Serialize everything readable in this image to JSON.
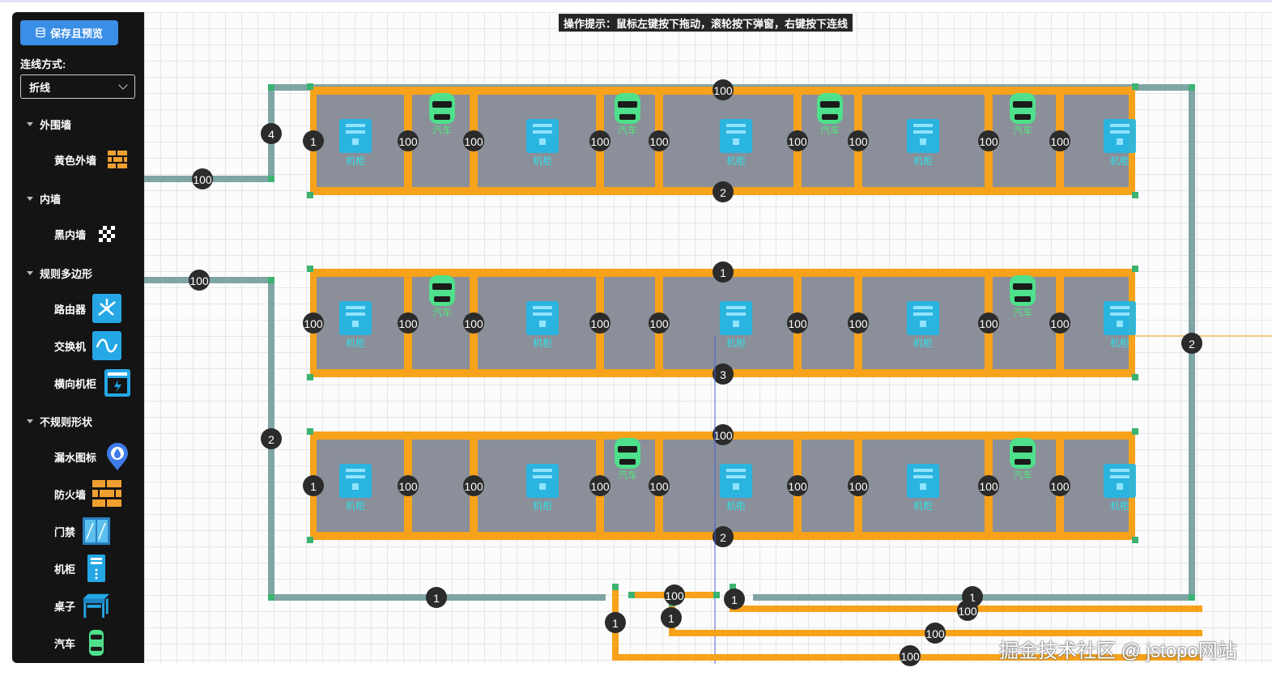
{
  "toolbar": {
    "save_label": "保存且预览"
  },
  "line_mode": {
    "label": "连线方式:",
    "value": "折线"
  },
  "palette": [
    {
      "category": "外围墙",
      "items": [
        {
          "label": "黄色外墙",
          "icon": "yellow-wall-icon"
        }
      ]
    },
    {
      "category": "内墙",
      "items": [
        {
          "label": "黑内墙",
          "icon": "checker-wall-icon"
        }
      ]
    },
    {
      "category": "规则多边形",
      "items": [
        {
          "label": "路由器",
          "icon": "router-icon"
        },
        {
          "label": "交换机",
          "icon": "switch-icon"
        },
        {
          "label": "横向机柜",
          "icon": "horizontal-cabinet-icon"
        }
      ]
    },
    {
      "category": "不规则形状",
      "items": [
        {
          "label": "漏水图标",
          "icon": "water-leak-icon"
        },
        {
          "label": "防火墙",
          "icon": "firewall-icon"
        },
        {
          "label": "门禁",
          "icon": "door-access-icon"
        },
        {
          "label": "机柜",
          "icon": "cabinet-icon"
        },
        {
          "label": "桌子",
          "icon": "desk-icon"
        },
        {
          "label": "汽车",
          "icon": "car-icon"
        }
      ]
    }
  ],
  "canvas": {
    "hint": "操作提示：鼠标左键按下拖动，滚轮按下弹窗，右键按下连线",
    "cabinet_label": "机柜",
    "car_label": "汽车",
    "rows": [
      {
        "left_badge": "1",
        "top_badge": "100",
        "bottom_badge": "2",
        "divider_badges": [
          "100",
          "100",
          "100",
          "100",
          "100",
          "100",
          "100",
          "100"
        ],
        "cars": [
          0,
          2,
          4,
          6
        ]
      },
      {
        "left_badge": "100",
        "top_badge": "1",
        "bottom_badge": "3",
        "divider_badges": [
          "100",
          "100",
          "100",
          "100",
          "100",
          "100",
          "100",
          "100"
        ],
        "cars": [
          0,
          6
        ]
      },
      {
        "left_badge": "1",
        "top_badge": "100",
        "bottom_badge": "2",
        "divider_badges": [
          "100",
          "100",
          "100",
          "100",
          "100",
          "100",
          "100",
          "100"
        ],
        "cars": [
          2,
          6
        ]
      }
    ],
    "wire_badges": [
      "4",
      "100",
      "100",
      "2",
      "1",
      "2"
    ],
    "bottom_badges": [
      "1",
      "100",
      "1",
      "1",
      "1",
      "100",
      "100",
      "100"
    ],
    "colors": {
      "frame": "#f7a21b",
      "room": "#8a8f99",
      "wire": "#7fa5a4",
      "badge": "#2b2b2b",
      "cabinet": "#1fb8e8",
      "car": "#4ee08a"
    }
  },
  "watermark": "掘金技术社区 @ jstopo网站"
}
